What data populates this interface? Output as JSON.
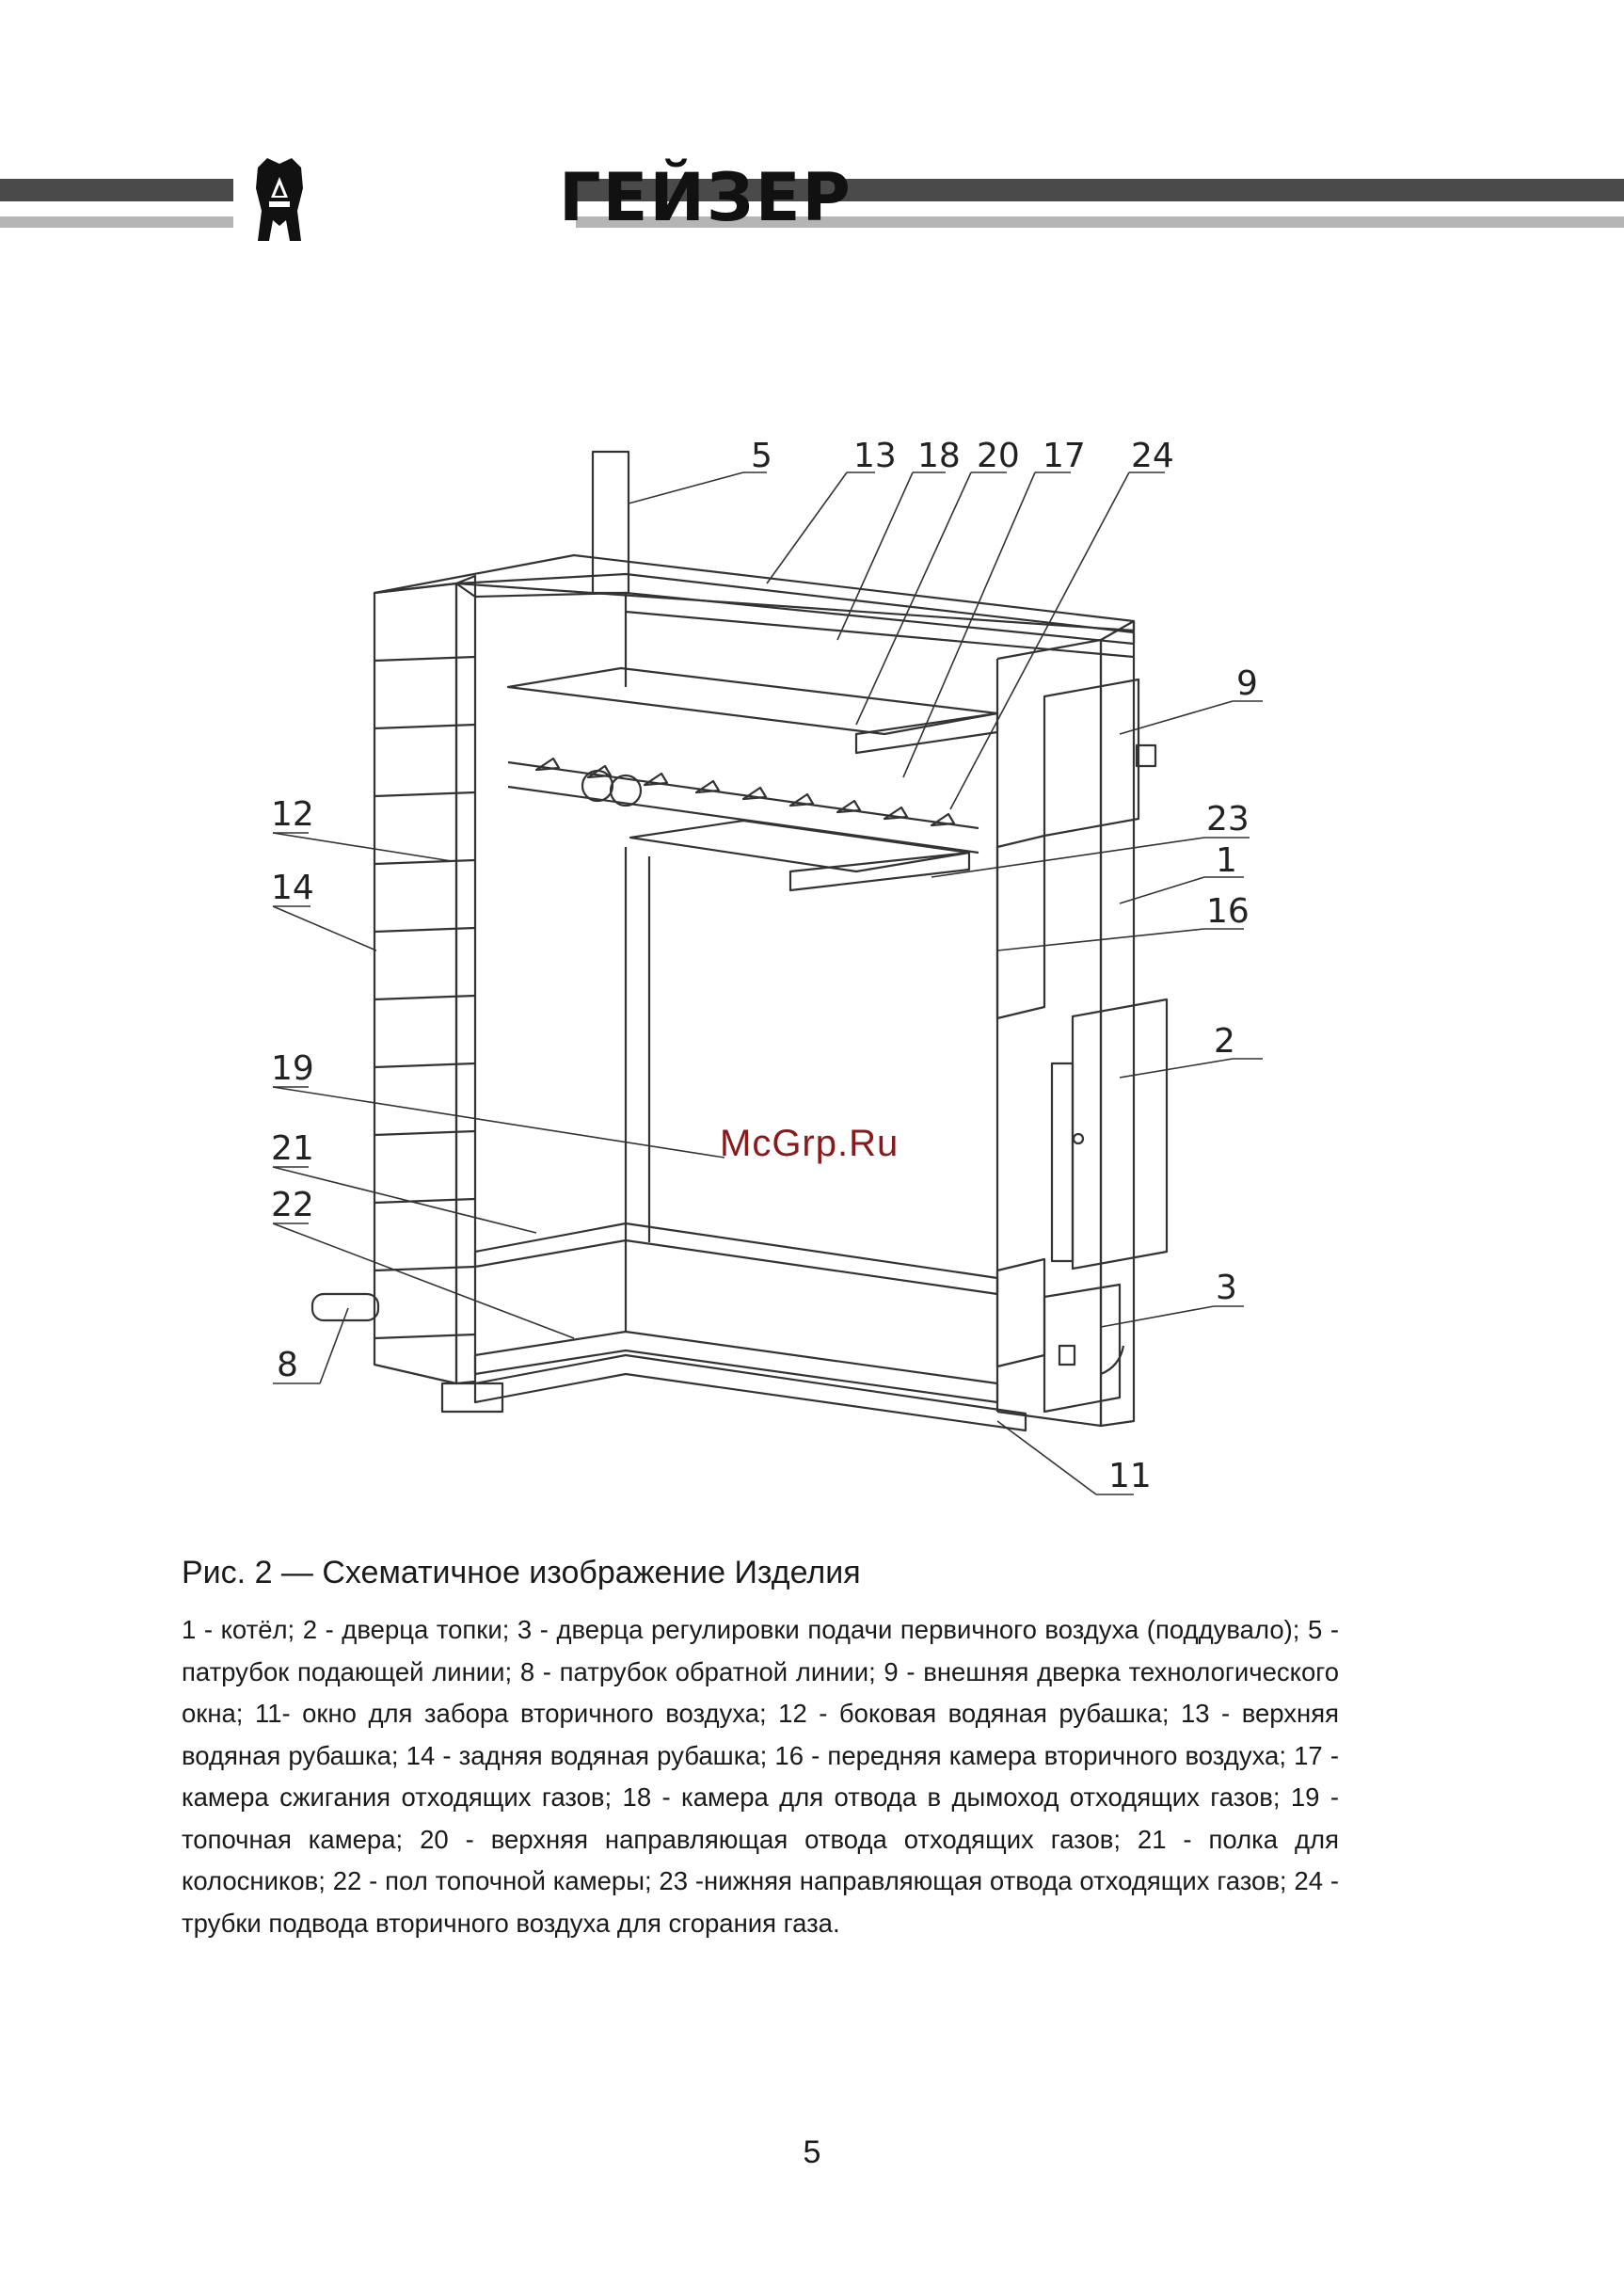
{
  "header": {
    "brand_name": "ГЕЙЗЕР",
    "brand_icon": "geyser-emblem-icon"
  },
  "figure": {
    "callouts": [
      {
        "id": "5",
        "label": "5"
      },
      {
        "id": "13",
        "label": "13"
      },
      {
        "id": "18",
        "label": "18"
      },
      {
        "id": "20",
        "label": "20"
      },
      {
        "id": "17",
        "label": "17"
      },
      {
        "id": "24",
        "label": "24"
      },
      {
        "id": "9",
        "label": "9"
      },
      {
        "id": "23",
        "label": "23"
      },
      {
        "id": "1",
        "label": "1"
      },
      {
        "id": "16",
        "label": "16"
      },
      {
        "id": "12",
        "label": "12"
      },
      {
        "id": "14",
        "label": "14"
      },
      {
        "id": "2",
        "label": "2"
      },
      {
        "id": "19",
        "label": "19"
      },
      {
        "id": "21",
        "label": "21"
      },
      {
        "id": "22",
        "label": "22"
      },
      {
        "id": "3",
        "label": "3"
      },
      {
        "id": "8",
        "label": "8"
      },
      {
        "id": "11",
        "label": "11"
      }
    ],
    "watermark": "McGrp.Ru"
  },
  "caption": {
    "title": "Рис. 2 — Схематичное изображение Изделия",
    "body": "1 - котёл; 2 - дверца топки; 3 - дверца регулировки подачи первичного воздуха (поддувало); 5 - патрубок подающей линии; 8 - патрубок обратной линии; 9 - внешняя дверка технологического окна; 11- окно для забора вторичного воздуха; 12 - боковая водяная рубашка; 13 - верхняя водяная рубашка; 14 - задняя водяная рубашка; 16 - передняя камера вторичного воздуха; 17 - камера сжигания отходящих газов; 18 - камера для отвода в дымоход отходящих газов; 19 - топочная камера; 20 - верхняя направляющая отвода отходящих газов; 21 - полка для колосников; 22 - пол топочной камеры; 23 -нижняя направляющая отвода отходящих газов; 24 - трубки подвода вторичного воздуха для сгорания газа."
  },
  "page": {
    "number": "5"
  }
}
